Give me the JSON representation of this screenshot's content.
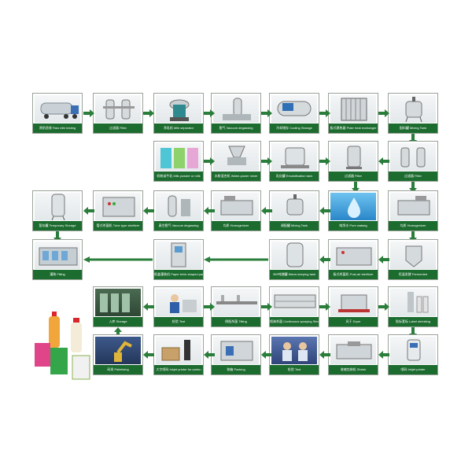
{
  "colors": {
    "caption_bg": "#1c6b2f",
    "caption_text": "#ffffff",
    "arrow": "#2a7d3a"
  },
  "row1": [
    {
      "label": "原奶验收 Raw milk testing"
    },
    {
      "label": "过滤器 Filter"
    },
    {
      "label": "净乳机 Milk separator"
    },
    {
      "label": "脱气 Vacuum degassing"
    },
    {
      "label": "冷却储存 Cooling Storage"
    },
    {
      "label": "板式换热器 Plate heat exchanger"
    },
    {
      "label": "配料罐 Mixing Tank"
    }
  ],
  "row2": [
    {
      "label": "奶粉或牛乳 Milk powder or milk"
    },
    {
      "label": "水粉混合机 Water-power mixer"
    },
    {
      "label": "乳化罐 Emulsification tank"
    },
    {
      "label": "过滤器 Filter"
    },
    {
      "label": "过滤器 Filter"
    }
  ],
  "row3": [
    {
      "label": "暂存罐 Temporary Storage"
    },
    {
      "label": "管式杀菌机 Tube type sterilizer"
    },
    {
      "label": "真空脱气 Vacuum degassing"
    },
    {
      "label": "均质 Homogenizer"
    },
    {
      "label": "调配罐 Mixing Tank"
    },
    {
      "label": "纯净水 Pure wataeg"
    },
    {
      "label": "均质 Homogenizer"
    }
  ],
  "row4": [
    {
      "label": "灌装 Filling"
    },
    {
      "label": "纸盒灌装机 Paper brick shaped packing machine"
    },
    {
      "label": "300吨储罐 Warm-keeping tank"
    },
    {
      "label": "板式杀菌机 Post-air sterilizer"
    },
    {
      "label": "恒温发酵 Fermented"
    }
  ],
  "row5": [
    {
      "label": "入库 Storage"
    },
    {
      "label": "检验 Test"
    },
    {
      "label": "倒瓶杀菌 Tilting"
    },
    {
      "label": "喷淋杀菌 Continuous spraying Sterilizer"
    },
    {
      "label": "风干 Dryer"
    },
    {
      "label": "贴标套标 Label shrinking"
    }
  ],
  "row6": [
    {
      "label": "码垛 Palletizing"
    },
    {
      "label": "大字喷码 Inkjet printer for carton"
    },
    {
      "label": "装箱 Packing"
    },
    {
      "label": "检验 Test"
    },
    {
      "label": "收缩包装机 Shrink"
    },
    {
      "label": "喷码 Inkjet printer"
    }
  ]
}
